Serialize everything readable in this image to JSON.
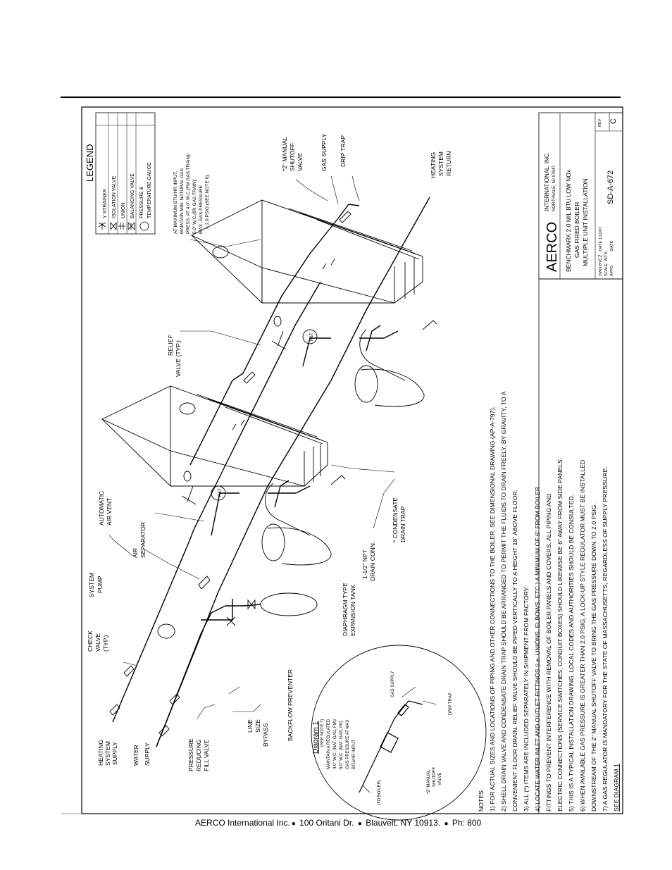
{
  "legend": {
    "title": "LEGEND",
    "items": [
      "Y STRAINER",
      "ISOLATION VALVE",
      "UNION",
      "BALANCING VALVE",
      "PRESSURE &",
      "TEMPERATURE GAUGE"
    ]
  },
  "title_block": {
    "logo": "AERCO",
    "company": "INTERNATIONAL, INC.",
    "address": "NORTHVALE, NJ  07647",
    "title_lines": [
      "BENCHMARK 2.0 MIL BTU LOW NOx",
      "GAS FIRED BOILER",
      "MULTIPLE UNIT INSTALLATION"
    ],
    "drawn_by_label": "DWN BY",
    "drawn_by": "CZ",
    "date_label": "DATE",
    "date": "1/22/07",
    "scale_label": "SCALE",
    "scale": "NTS",
    "appd_label": "APPD.",
    "appd_date_label": "DATE",
    "drawing_number": "SD-A-672",
    "rev_label": "REV",
    "rev": "C"
  },
  "labels": {
    "heating_supply": [
      "HEATING",
      "SYSTEM",
      "SUPPLY"
    ],
    "water_supply": [
      "WATER",
      "SUPPLY"
    ],
    "prv": [
      "PRESSURE",
      "REDUCING",
      "FILL VALVE"
    ],
    "bypass": [
      "LINE",
      "SIZE",
      "BYPASS"
    ],
    "backflow": "BACKFLOW PREVENTER",
    "check_valve": [
      "CHECK",
      "VALVE",
      "(TYP.)"
    ],
    "pump": [
      "SYSTEM",
      "PUMP"
    ],
    "air_separator": [
      "AIR",
      "SEPARATOR"
    ],
    "air_vent": [
      "AUTOMATIC",
      "AIR VENT"
    ],
    "expansion_tank": [
      "DIAPHRAGM TYPE",
      "EXPANSION TANK"
    ],
    "drain_conn": [
      "1-1/2\" NPT",
      "DRAIN CONN."
    ],
    "condensate": [
      "* CONDENSATE",
      "DRAIN TRAP"
    ],
    "relief": [
      "RELIEF",
      "VALVE (TYP.)"
    ],
    "gas_note": [
      "AT MAXIMUM BTU/HR INPUT,",
      "MAINTAIN MIN. NATURAL GAS",
      "PRESS. AT 4.0\" W.C.(FM GAS TRAIN)/",
      "5.0\" W.C.(IRI GAS TRAIN);",
      "MAX. GAS PRESSURE",
      "= 2.0 PSIG (SEE NOTE 6)."
    ],
    "manual_shutoff": [
      "*2\" MANUAL",
      "SHUTOFF",
      "VALVE"
    ],
    "gas_supply": "GAS SUPPLY",
    "drip_trap": "DRIP TRAP",
    "heating_return": [
      "HEATING",
      "SYSTEM",
      "RETURN"
    ],
    "pt": "P&T"
  },
  "diagram1": {
    "title": "Diagram 1",
    "see_note": "(SEE NOTE 7)",
    "lines": [
      "MAINTAIN A REGULATED",
      "4.0\" W.C. (NAT. GAS, FM)/",
      "5.0\" W.C. (NAT. GAS, IRI)",
      "GAS PRESSURE AT MAX",
      "BTU/HR INPUT"
    ],
    "gas_supply": "GAS SUPPLY",
    "drip_trap": "DRIP TRAP",
    "to_boiler": "(TO BOILER)",
    "shutoff": [
      "*2\" MANUAL",
      "SHUTOFF",
      "VALVE"
    ]
  },
  "notes": {
    "heading": "NOTES:",
    "lines": [
      "1) FOR ACTUAL SIZES AND LOCATIONS OF PIPING AND OTHER CONNECTIONS TO THE BOILER, SEE DIMENSIONAL DRAWING (AP-A-797).",
      "2) SHELL DRAIN VALVE AND CONDENSATE DRAIN TRAP SHOULD BE ARRANGED TO PERMIT THE FLUIDS TO DRAIN FREELY, BY GRAVITY, TO A",
      "     CONVENIENT FLOOR DRAIN.  RELIEF VALVE SHOULD BE PIPED VERTICALLY TO A HEIGHT 18\" ABOVE FLOOR.",
      "3) ALL (*) ITEMS ARE INCLUDED SEPARATELY IN SHIPMENT FROM FACTORY.",
      "4) LOCATE WATER INLET AND OUTLET FITTINGS (i.e. UNIONS, ELBOWS, ETC.) A MINIMUM OF 6\" FROM BOILER",
      "     FITTINGS TO PREVENT INTERFERENCE WITH REMOVAL OF BOILER PANELS AND COVERS.  ALL PIPING AND",
      "     ELECTRIC CONNECTIONS (SERVICE SWITCHES, CONDUIT BOXES) SHOULD LIKEWISE BE 6\" AWAY FROM SIDE PANELS.",
      "5) THIS IS A TYPICAL INSTALLATION DRAWING.  LOCAL CODES AND AUTHORITIES SHOULD BE CONSULTED.",
      "6) WHEN AVAILABLE GAS PRESSURE IS GREATER THAN 2.0 PSIG, A LOCK-UP STYLE REGULATOR MUST BE INSTALLED",
      "     DOWNSTREAM OF THE 2\" MANUAL SHUTOFF VALVE TO BRING THE GAS PRESSURE DOWN TO 2.0 PSIG.",
      "7) A GAS REGULATOR IS MANDATORY FOR THE STATE OF MASSACHUSETTS, REGARDLESS OF SUPPLY PRESSURE.",
      "     SEE DIAGRAM 1"
    ]
  },
  "footer": {
    "company": "AERCO International Inc.",
    "address": "100 Oritani Dr.",
    "city": "Blauvelt, NY 10913.",
    "phone": "Ph: 800",
    "bullet": "●"
  }
}
